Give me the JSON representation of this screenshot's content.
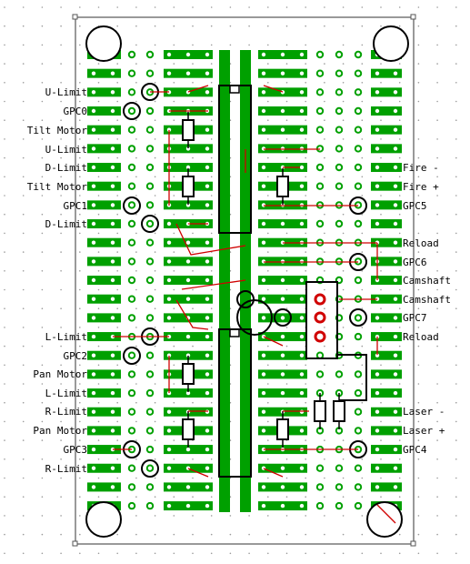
{
  "labels_left": [
    "U-Limit",
    "GPC0",
    "Tilt Motor",
    "U-Limit",
    "D-Limit",
    "Tilt Motor",
    "GPC1",
    "D-Limit",
    "L-Limit",
    "GPC2",
    "Pan Motor",
    "L-Limit",
    "R-Limit",
    "Pan Motor",
    "GPC3",
    "R-Limit"
  ],
  "labels_right": [
    "Fire -",
    "Fire +",
    "GPC5",
    "Reload",
    "GPC6",
    "Camshaft",
    "Camshaft",
    "GPC7",
    "Reload",
    "Laser -",
    "Laser +",
    "GPC4"
  ],
  "colors": {
    "copper": "#00a000",
    "pad_hole": "#ffffff",
    "trace": "#d00000",
    "silkscreen": "#000000",
    "grid_dot": "#9a9a9a",
    "drill_red": "#d00000"
  },
  "icons": [
    "mounting-hole-icon",
    "dip-ic-icon",
    "resistor-icon",
    "capacitor-icon",
    "transistor-icon",
    "header-icon"
  ]
}
